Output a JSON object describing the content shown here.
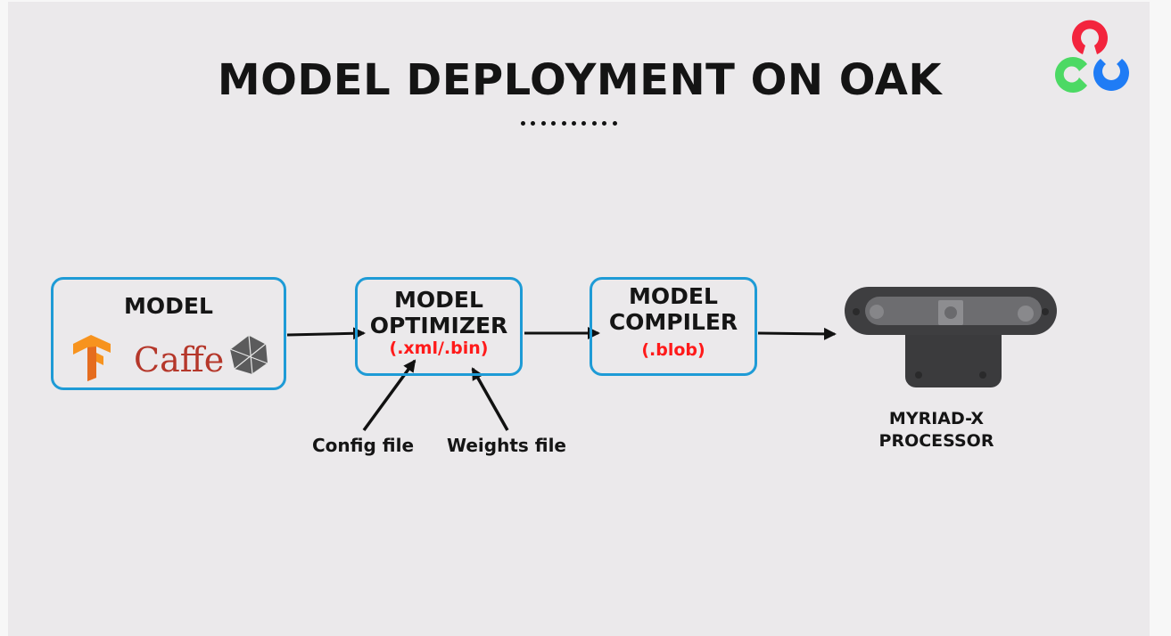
{
  "title": "MODEL DEPLOYMENT ON OAK",
  "divider": {
    "dot_count": 10
  },
  "logo": {
    "name": "opencv-logo",
    "colors": [
      "#f3243d",
      "#4cd964",
      "#1f7cf5"
    ]
  },
  "pipeline": {
    "model": {
      "label": "MODEL",
      "frameworks": [
        "tensorflow-icon",
        "Caffe",
        "onnx-icon"
      ],
      "caffe_text": "Caffe"
    },
    "optimizer": {
      "line1": "MODEL",
      "line2": "OPTIMIZER",
      "ext": "(.xml/.bin)"
    },
    "compiler": {
      "line1": "MODEL",
      "line2": "COMPILER",
      "ext": "(.blob)"
    },
    "device": {
      "line1": "MYRIAD-X",
      "line2": "PROCESSOR"
    }
  },
  "inputs": {
    "config": "Config file",
    "weights": "Weights file"
  },
  "colors": {
    "box_border": "#1e9bd6",
    "ext_text": "#ff1a1a",
    "background": "#ebe9eb"
  }
}
